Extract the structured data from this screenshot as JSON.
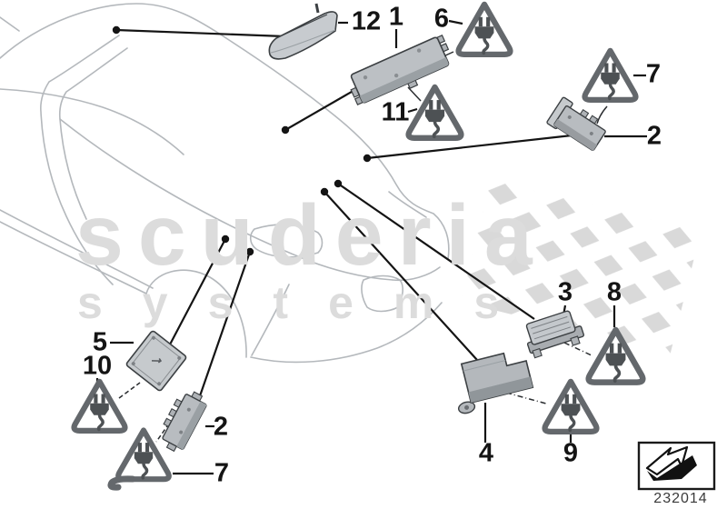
{
  "watermark": {
    "line1": "scuderia",
    "line2": "systems"
  },
  "footer": {
    "diagram_number": "232014"
  },
  "callouts": [
    {
      "label": "12"
    },
    {
      "label": "1"
    },
    {
      "label": "6"
    },
    {
      "label": "11"
    },
    {
      "label": "7"
    },
    {
      "label": "2"
    },
    {
      "label": "3"
    },
    {
      "label": "8"
    },
    {
      "label": "5"
    },
    {
      "label": "10"
    },
    {
      "label": "2"
    },
    {
      "label": "7"
    },
    {
      "label": "4"
    },
    {
      "label": "9"
    }
  ],
  "icons": {
    "triangle": "plug-warning-triangle-icon",
    "arrow": "direction-arrow-logo-icon"
  },
  "colors": {
    "car_outline": "#b4b8bc",
    "leader_line": "#141414",
    "triangle_stroke": "#64686c",
    "plug_glyph": "#4d5154",
    "part_fill": "#b8bcc0",
    "part_edge": "#3c4043",
    "watermark": "#dcdcdc",
    "flag_cell": "#d9d9d9",
    "label_text": "#141414"
  }
}
